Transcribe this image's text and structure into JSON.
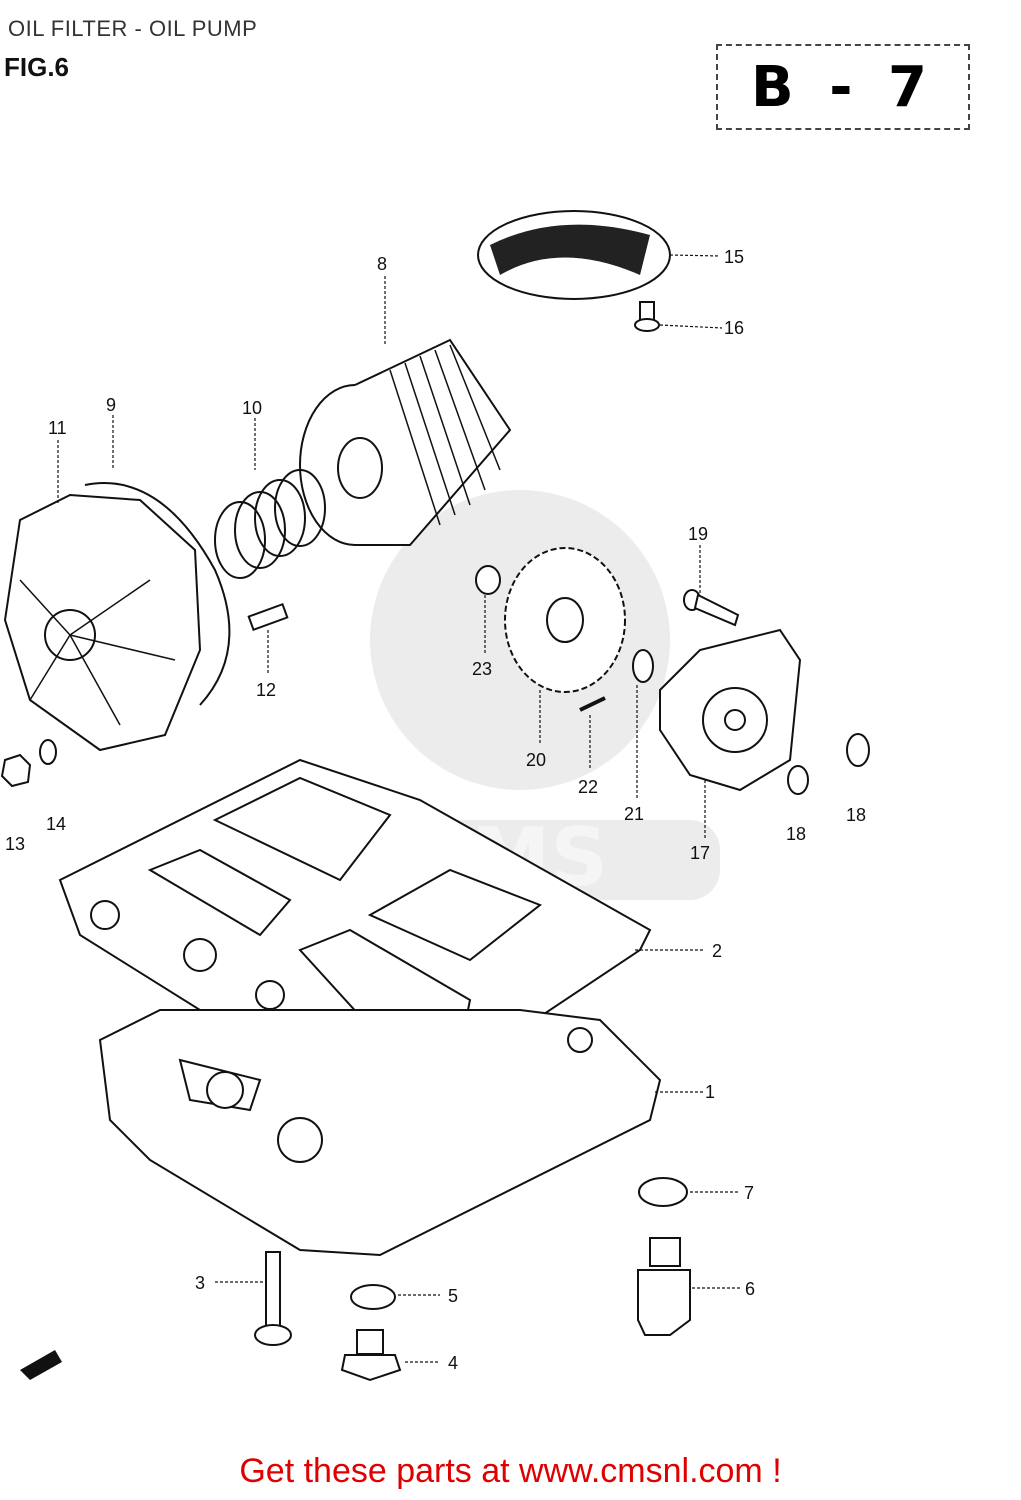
{
  "header": {
    "title": "OIL FILTER - OIL PUMP",
    "figure": "FIG.6",
    "reference": "B - 7"
  },
  "diagram": {
    "labels": [
      "1",
      "2",
      "3",
      "4",
      "5",
      "6",
      "7",
      "8",
      "9",
      "10",
      "11",
      "12",
      "13",
      "14",
      "15",
      "16",
      "17",
      "18",
      "18",
      "19",
      "20",
      "21",
      "22",
      "23"
    ]
  },
  "watermark": "CMS",
  "footer": {
    "cta": "Get these parts at www.cmsnl.com !"
  }
}
